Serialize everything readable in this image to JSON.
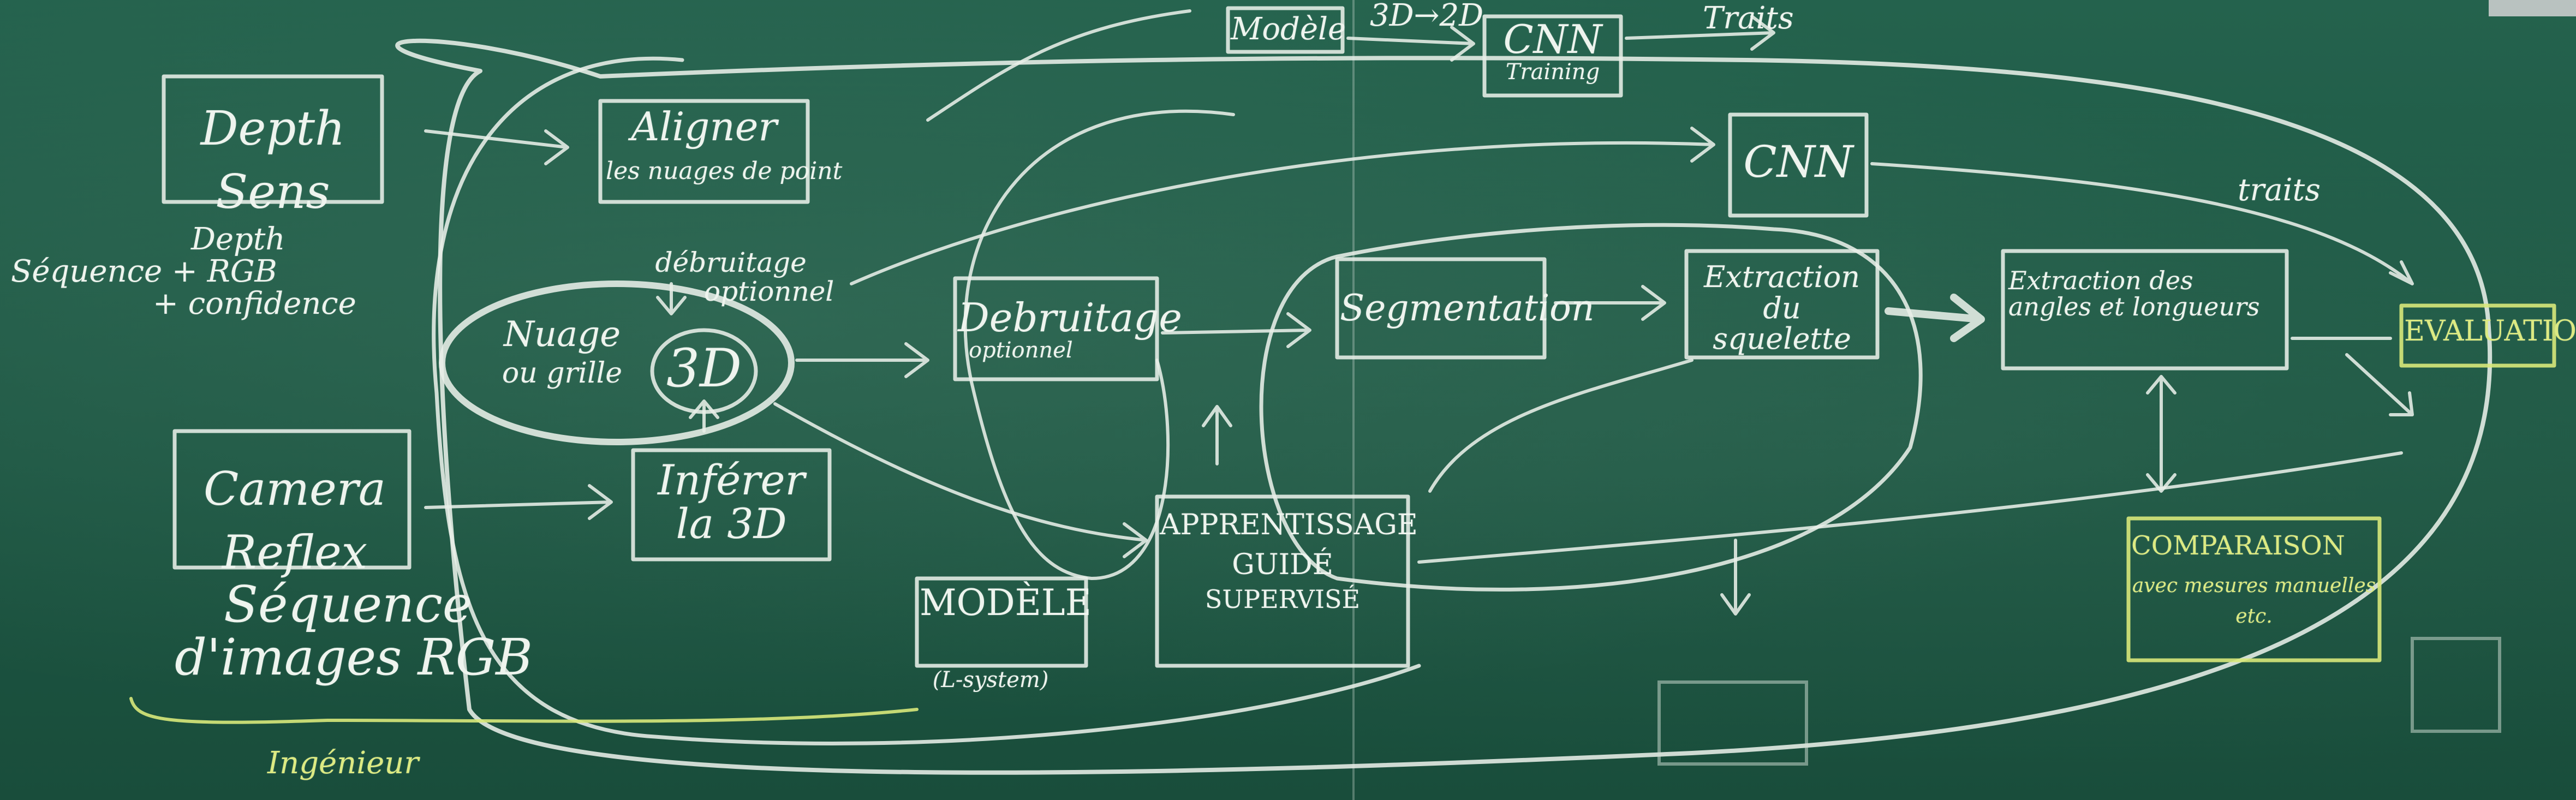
{
  "boxes": {
    "depth_sensor": "Depth\nSens",
    "camera": "Camera\nReflex",
    "aligner": "Aligner",
    "aligner_sub": "les nuages de point",
    "nuage_line1": "Nuage",
    "nuage_line2": "ou grille",
    "nuage_3d": "3D",
    "inferer": "Inférer\nla 3D",
    "debruitage": "Debruitage",
    "debruitage_sub": "optionnel",
    "modele_top": "Modèle",
    "cnn_training": "CNN",
    "cnn_training_sub": "Training",
    "cnn": "CNN",
    "segmentation": "Segmentation",
    "extraction_squelette": "Extraction\ndu squelette",
    "extraction_angles": "Extraction des\nangles et longueurs",
    "evaluation": "EVALUATION",
    "modele_bottom": "MODÈLE",
    "modele_bottom_sub": "(L-system)",
    "apprentissage_line1": "APPRENTISSAGE",
    "apprentissage_line2": "GUIDÉ",
    "apprentissage_line3": "SUPERVISÉ",
    "comparaison_line1": "COMPARAISON",
    "comparaison_line2": "avec mesures manuelles",
    "comparaison_line3": "etc."
  },
  "annotations": {
    "seq_depth_line1": "Depth",
    "seq_depth_line2": "Séquence + RGB",
    "seq_depth_line3": "+ confidence",
    "debruitage_optional_1": "débruitage",
    "debruitage_optional_2": "optionnel",
    "sequence_rgb_1": "Séquence",
    "sequence_rgb_2": "d'images RGB",
    "ingenieur": "Ingénieur",
    "label_3d_2d": "3D→2D",
    "traits_top": "Traits",
    "traits_right": "traits"
  },
  "colors": {
    "board": "#1f5a45",
    "chalk": "#e8efe8",
    "chalk_yellow": "#d8e87a"
  }
}
